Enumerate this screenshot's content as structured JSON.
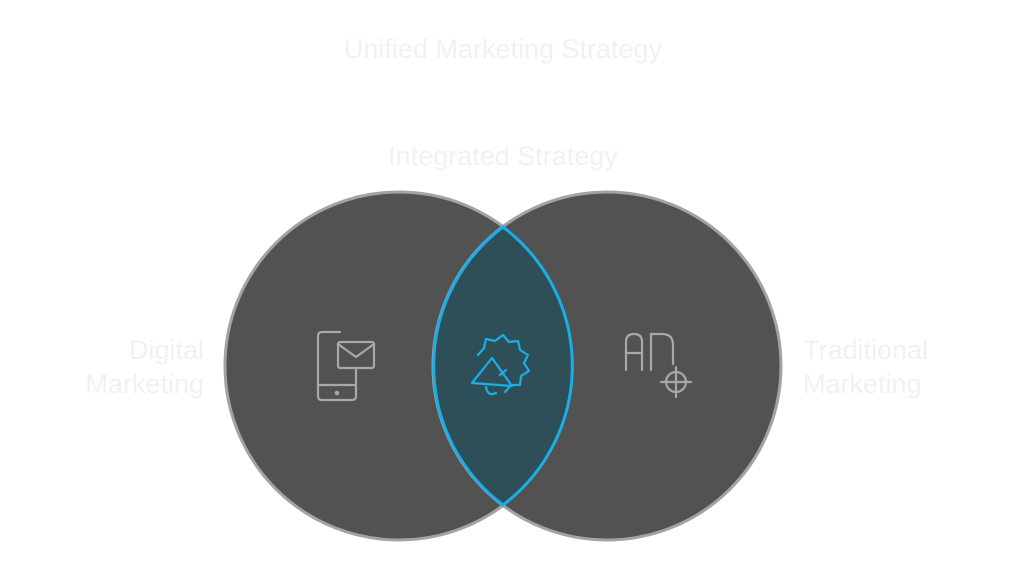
{
  "title": "Unified Marketing Strategy",
  "overlap_label": "Integrated Strategy",
  "circles": [
    {
      "label": "Digital Marketing",
      "lines": [
        "Digital",
        "Marketing"
      ],
      "icon": "mobile-email-icon"
    },
    {
      "label": "Traditional Marketing",
      "lines": [
        "Traditional",
        "Marketing"
      ],
      "icon": "ad-target-icon"
    }
  ],
  "center_icon": "megaphone-icon",
  "colors": {
    "circle_fill": "#525252",
    "circle_stroke": "#a3a3a3",
    "overlap_fill": "#2f4f58",
    "overlap_stroke": "#1aaee8",
    "icon_gray": "#a8a8a8",
    "text": "#f1f1f1"
  }
}
